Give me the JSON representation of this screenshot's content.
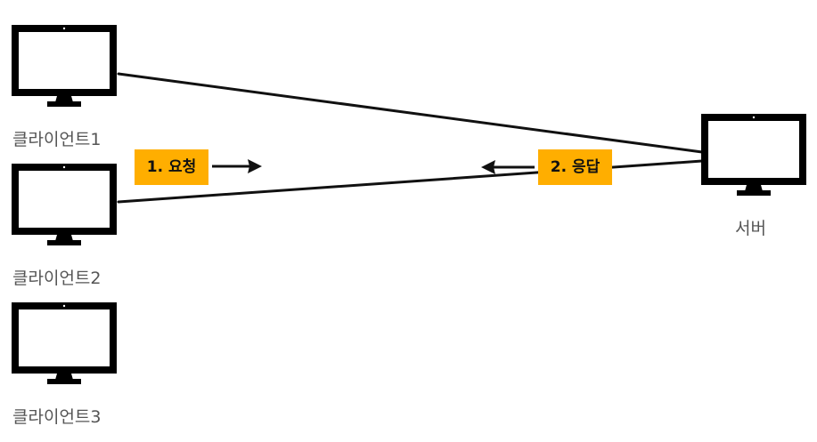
{
  "nodes": {
    "client1": {
      "label": "클라이언트1",
      "icon": "monitor-icon"
    },
    "client2": {
      "label": "클라이언트2",
      "icon": "monitor-icon"
    },
    "client3": {
      "label": "클라이언트3",
      "icon": "monitor-icon"
    },
    "server": {
      "label": "서버",
      "icon": "monitor-icon"
    }
  },
  "steps": {
    "request": {
      "label": "1. 요청"
    },
    "response": {
      "label": "2. 응답"
    }
  },
  "colors": {
    "badge": "#FFAE00",
    "monitor": "#000000",
    "label": "#555555"
  }
}
